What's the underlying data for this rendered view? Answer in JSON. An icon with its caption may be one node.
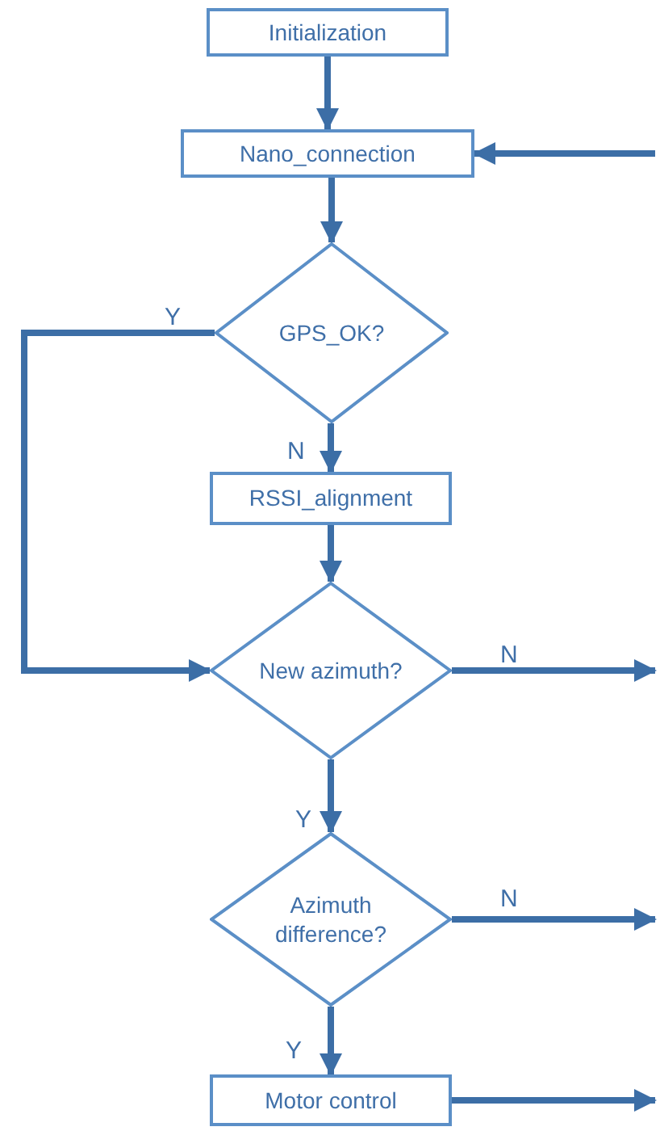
{
  "diagram": {
    "nodes": [
      {
        "text": [
          "Initialization"
        ]
      },
      {
        "text": [
          "Nano_connection"
        ]
      },
      {
        "text": [
          "GPS_OK?"
        ]
      },
      {
        "text": [
          "RSSI_alignment"
        ]
      },
      {
        "text": [
          "New azimuth?"
        ]
      },
      {
        "text": [
          "Azimuth difference?"
        ]
      },
      {
        "text": [
          "Motor control"
        ]
      }
    ],
    "edges": [
      {
        "from": 0,
        "to": 1,
        "arrow": "to"
      },
      {
        "from": null,
        "to": 1,
        "arrow": "to"
      },
      {
        "from": 1,
        "to": 2,
        "arrow": "to"
      },
      {
        "from": 2,
        "to": 4,
        "arrow": "to",
        "label": "Y"
      },
      {
        "from": 2,
        "to": 3,
        "arrow": "to",
        "label": "N"
      },
      {
        "from": 3,
        "to": 4,
        "arrow": "to"
      },
      {
        "from": 4,
        "to": null,
        "arrow": "to",
        "label": "N"
      },
      {
        "from": 4,
        "to": 5,
        "arrow": "to",
        "label": "Y"
      },
      {
        "from": 5,
        "to": null,
        "arrow": "to",
        "label": "N"
      },
      {
        "from": 5,
        "to": 6,
        "arrow": "to",
        "label": "Y"
      },
      {
        "from": 6,
        "to": null,
        "arrow": "to"
      }
    ]
  }
}
